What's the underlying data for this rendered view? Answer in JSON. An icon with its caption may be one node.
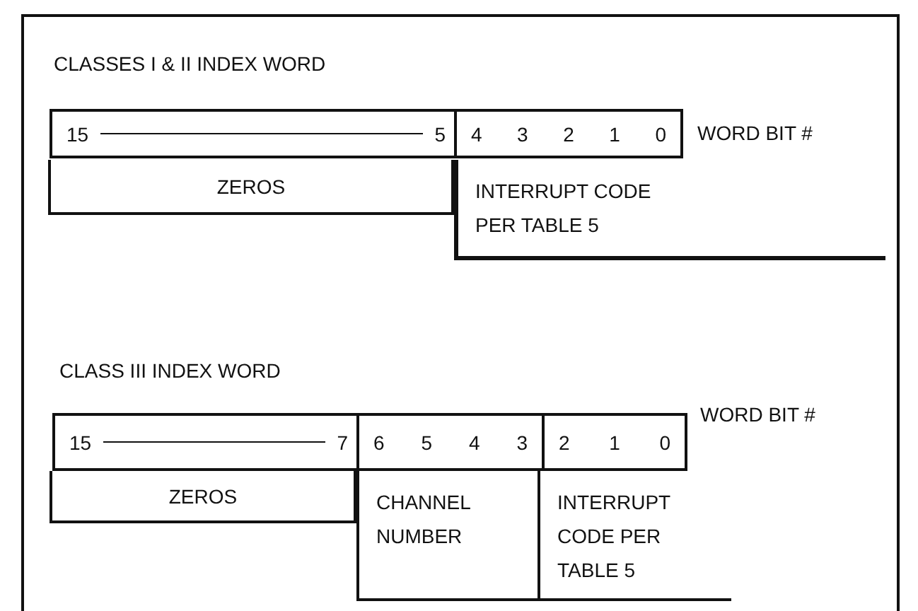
{
  "diagram": {
    "nodes": [
      {
        "text": [
          "15",
          "5"
        ]
      },
      {
        "text": [
          "4",
          "3",
          "2",
          "1",
          "0"
        ]
      },
      {
        "text": [
          "ZEROS"
        ]
      },
      {
        "text": [
          "INTERRUPT CODE PER TABLE 5"
        ]
      },
      {
        "text": [
          "15",
          "7"
        ]
      },
      {
        "text": [
          "6",
          "5",
          "4",
          "3"
        ]
      },
      {
        "text": [
          "2",
          "1",
          "0"
        ]
      },
      {
        "text": [
          "ZEROS"
        ]
      },
      {
        "text": [
          "CHANNEL NUMBER"
        ]
      },
      {
        "text": [
          "INTERRUPT CODE PER TABLE 5"
        ]
      }
    ],
    "labels": [
      "CLASSES I & II INDEX WORD",
      "WORD BIT #",
      "CLASS III INDEX WORD",
      "WORD BIT #"
    ]
  }
}
